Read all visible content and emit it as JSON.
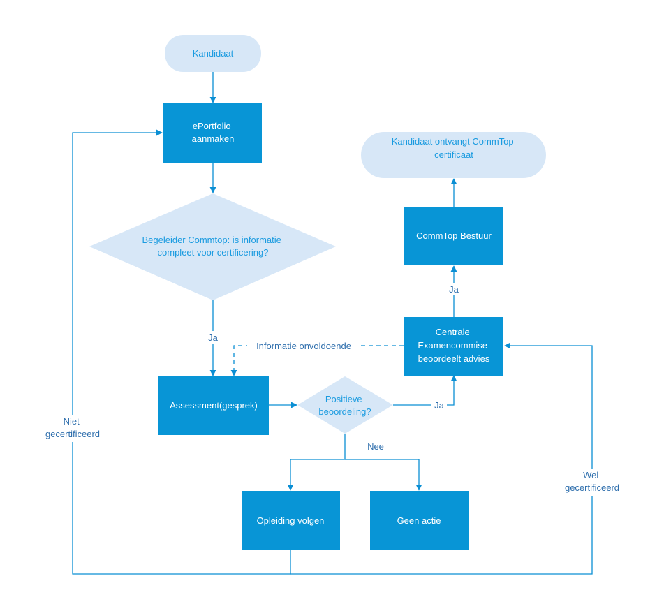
{
  "nodes": {
    "kandidaat": "Kandidaat",
    "eportfolio": [
      "ePortfolio",
      "aanmaken"
    ],
    "begeleider": [
      "Begeleider Commtop: is informatie",
      "compleet voor certificering?"
    ],
    "assessment": "Assessment(gesprek)",
    "positieve": [
      "Positieve",
      "beoordeling?"
    ],
    "centrale": [
      "Centrale",
      "Examencommise",
      "beoordeelt advies"
    ],
    "bestuur": "CommTop Bestuur",
    "ontvangt": [
      "Kandidaat ontvangt CommTop",
      "certificaat"
    ],
    "opleiding": "Opleiding volgen",
    "geen_actie": "Geen actie"
  },
  "edges": {
    "ja_begeleider": "Ja",
    "informatie_onvoldoende": "Informatie onvoldoende",
    "ja_positieve": "Ja",
    "ja_centrale": "Ja",
    "nee": "Nee",
    "niet_gecertificeerd": [
      "Niet",
      "gecertificeerd"
    ],
    "wel_gecertificeerd": [
      "Wel",
      "gecertificeerd"
    ]
  },
  "colors": {
    "box_fill": "#0895d6",
    "pale_fill": "#d7e7f7",
    "line": "#0b8fd4",
    "pale_text": "#1a9be0",
    "edge_label": "#2f6fad"
  }
}
